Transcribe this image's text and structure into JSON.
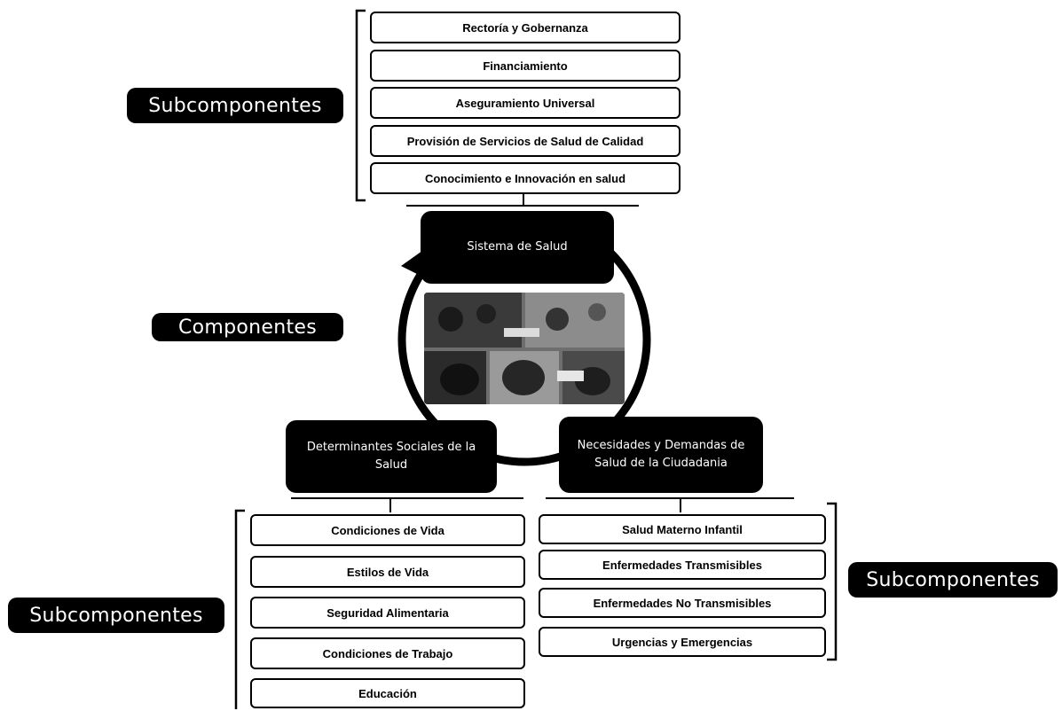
{
  "labels": {
    "subcomponentes_top": "Subcomponentes",
    "componentes": "Componentes",
    "subcomponentes_left": "Subcomponentes",
    "subcomponentes_right": "Subcomponentes"
  },
  "components": {
    "sistema": "Sistema de Salud",
    "determinantes": "Determinantes Sociales de la Salud",
    "necesidades": "Necesidades y Demandas de Salud de la Ciudadania"
  },
  "top_items": [
    "Rectoría y Gobernanza",
    "Financiamiento",
    "Aseguramiento Universal",
    "Provisión de Servicios de Salud de Calidad",
    "Conocimiento e Innovación en salud"
  ],
  "left_items": [
    "Condiciones de Vida",
    "Estilos de Vida",
    "Seguridad Alimentaria",
    "Condiciones de Trabajo",
    "Educación"
  ],
  "right_items": [
    "Salud Materno Infantil",
    "Enfermedades Transmisibles",
    "Enfermedades No Transmisibles",
    "Urgencias y Emergencias"
  ]
}
